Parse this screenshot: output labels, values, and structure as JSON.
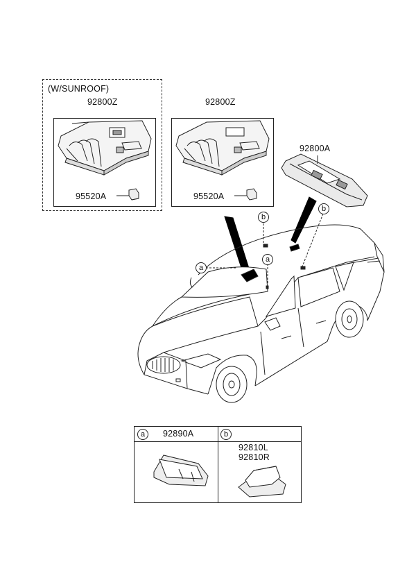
{
  "groups": {
    "sunroof_label": "(W/SUNROOF)",
    "sunroof_lamp_part": "92800Z",
    "sunroof_sensor_part": "95520A",
    "std_lamp_part": "92800Z",
    "std_sensor_part": "95520A",
    "room_lamp_part": "92800A"
  },
  "callouts": {
    "a_top": "a",
    "a_left": "a",
    "b_top": "b",
    "b_right": "b"
  },
  "legend": {
    "a_key": "a",
    "a_part": "92890A",
    "b_key": "b",
    "b_part_l": "92810L",
    "b_part_r": "92810R"
  }
}
